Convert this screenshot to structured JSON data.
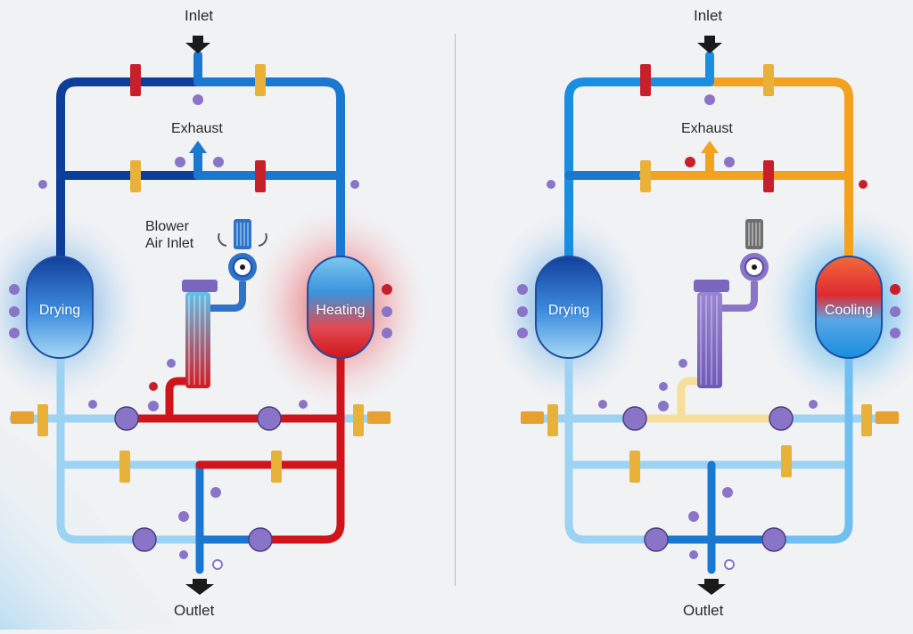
{
  "left_panel": {
    "inlet": "Inlet",
    "exhaust": "Exhaust",
    "blower_line1": "Blower",
    "blower_line2": "Air Inlet",
    "vessel_left": "Drying",
    "vessel_right": "Heating",
    "outlet": "Outlet"
  },
  "right_panel": {
    "inlet": "Inlet",
    "exhaust": "Exhaust",
    "vessel_left": "Drying",
    "vessel_right": "Cooling",
    "outlet": "Outlet"
  },
  "colors": {
    "dark_blue": "#0d3f9a",
    "mid_blue": "#1a78d0",
    "light_blue": "#6fbff0",
    "pale_blue": "#9cd2f2",
    "hot_red": "#d0141c",
    "orange": "#f2a21e",
    "pale_yellow": "#f6df9a",
    "valve_red": "#c8202a",
    "valve_gold": "#e8b23a",
    "gauge_purple": "#8a74c8"
  }
}
